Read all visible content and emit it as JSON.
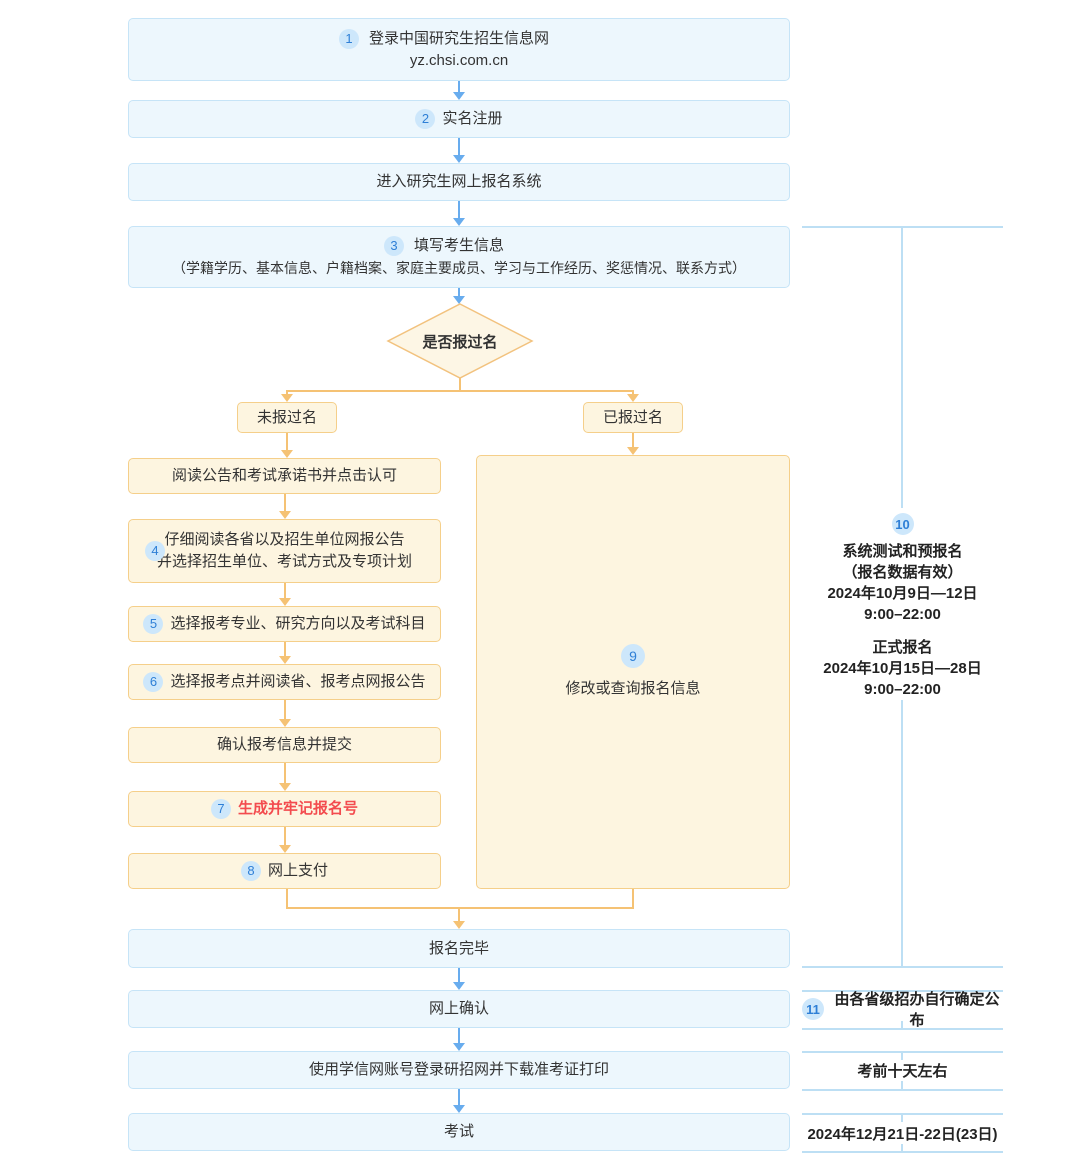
{
  "flow": {
    "step1": {
      "num": "1",
      "line1": "登录中国研究生招生信息网",
      "line2": "yz.chsi.com.cn"
    },
    "step2": {
      "num": "2",
      "label": "实名注册"
    },
    "step3": {
      "label": "进入研究生网上报名系统"
    },
    "step4": {
      "num": "3",
      "line1": "填写考生信息",
      "line2": "（学籍学历、基本信息、户籍档案、家庭主要成员、学习与工作经历、奖惩情况、联系方式）"
    },
    "decision": {
      "label": "是否报过名"
    },
    "branch_left": {
      "label": "未报过名"
    },
    "branch_right": {
      "label": "已报过名"
    },
    "left_steps": [
      {
        "label": "阅读公告和考试承诺书并点击认可"
      },
      {
        "num": "4",
        "line1": "仔细阅读各省以及招生单位网报公告",
        "line2": "并选择招生单位、考试方式及专项计划"
      },
      {
        "num": "5",
        "label": "选择报考专业、研究方向以及考试科目"
      },
      {
        "num": "6",
        "label": "选择报考点并阅读省、报考点网报公告"
      },
      {
        "label": "确认报考信息并提交"
      },
      {
        "num": "7",
        "label": "生成并牢记报名号"
      },
      {
        "num": "8",
        "label": "网上支付"
      }
    ],
    "step9": {
      "num": "9",
      "label": "修改或查询报名信息"
    },
    "step_done": {
      "label": "报名完毕"
    },
    "step_confirm": {
      "label": "网上确认"
    },
    "step_print": {
      "label": "使用学信网账号登录研招网并下载准考证打印"
    },
    "step_exam": {
      "label": "考试"
    }
  },
  "sidebar": {
    "section10": {
      "num": "10",
      "title1": "系统测试和预报名",
      "sub1": "（报名数据有效）",
      "date1": "2024年10月9日—12日",
      "time1": "9:00–22:00",
      "title2": "正式报名",
      "date2": "2024年10月15日—28日",
      "time2": "9:00–22:00"
    },
    "section11": {
      "num": "11",
      "label": "由各省级招办自行确定公布"
    },
    "section12": {
      "label": "考前十天左右"
    },
    "section13": {
      "label": "2024年12月21日-22日(23日)"
    }
  },
  "colors": {
    "blue_box_bg": "#edf7fd",
    "blue_box_border": "#c6e4f7",
    "cream_box_bg": "#fdf5e0",
    "cream_box_border": "#f5cf8a",
    "blue_arrow": "#68acee",
    "orange_line": "#f5c274",
    "num_circle_bg": "#cde7fb",
    "num_circle_text": "#2e7fd6",
    "highlight_red": "#f34b4e",
    "sidebar_line": "#bddff4"
  }
}
